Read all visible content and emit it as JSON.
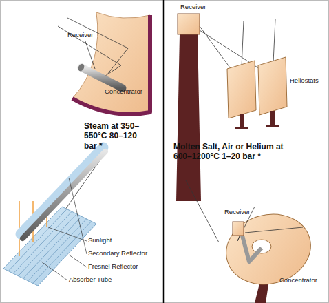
{
  "diagram": {
    "labels": [
      "Receiver",
      "Concentrator",
      "Steam at 350–550°C 80–120 bar *",
      "Sunlight",
      "Secondary Reflector",
      "Fresnel Reflector",
      "Absorber Tube",
      "Receiver",
      "Heliostats",
      "Molten Salt, Air or Helium at 600–1200°C 1–20 bar *",
      "Receiver",
      "Concentrator"
    ]
  }
}
